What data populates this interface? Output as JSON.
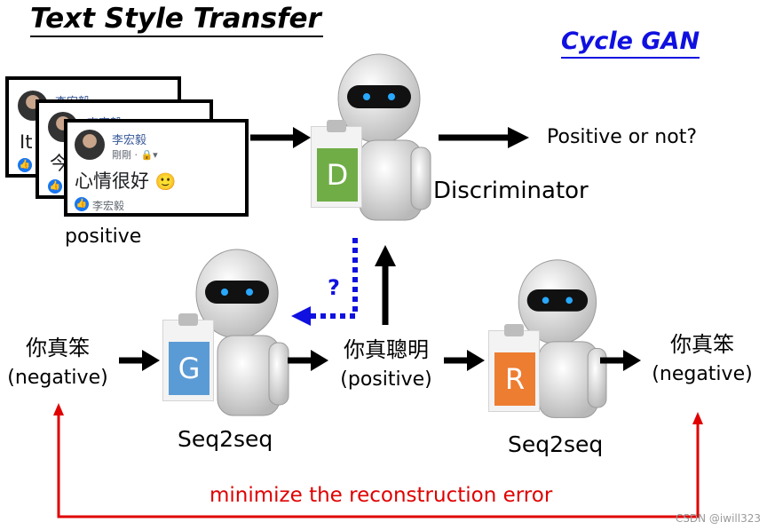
{
  "title": "Text Style Transfer",
  "subtitle": "Cycle GAN",
  "cards": {
    "back_name": "李宏毅",
    "back_text": "It i",
    "mid_name": "李宏毅",
    "mid_text": "今",
    "front_name": "李宏毅",
    "front_meta": "剛剛 · 🔒▾",
    "front_text": "心情很好",
    "front_emoji": "🙂",
    "front_like_name": "李宏毅",
    "caption": "positive"
  },
  "discriminator": {
    "box_label": "D",
    "name": "Discriminator",
    "output": "Positive or not?"
  },
  "generator": {
    "box_label": "G",
    "name": "Seq2seq"
  },
  "reconstructor": {
    "box_label": "R",
    "name": "Seq2seq"
  },
  "input": {
    "text": "你真笨",
    "style": "(negative)"
  },
  "middle": {
    "text": "你真聰明",
    "style": "(positive)"
  },
  "output": {
    "text": "你真笨",
    "style": "(negative)"
  },
  "question_mark": "?",
  "loss_label": "minimize the reconstruction error",
  "watermark": "CSDN @iwill323",
  "colors": {
    "discriminator": "#70ad47",
    "generator": "#5b9bd5",
    "reconstructor": "#ed7d31",
    "loss": "#e00000",
    "question": "#1010e0"
  }
}
